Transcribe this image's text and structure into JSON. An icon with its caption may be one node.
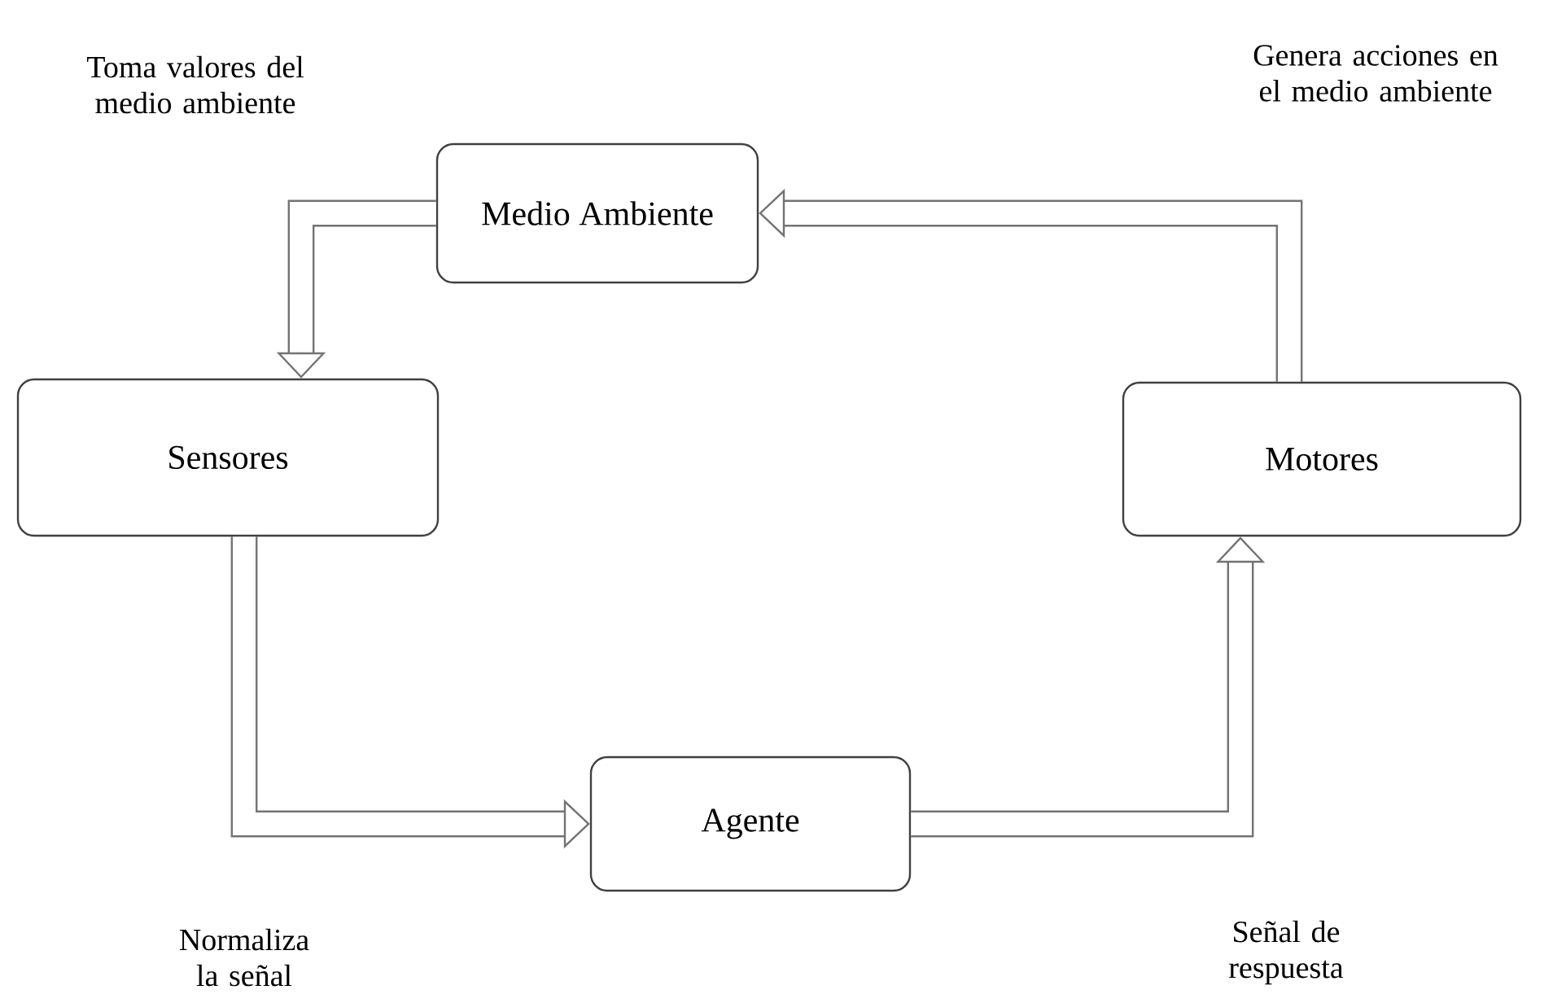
{
  "diagram": {
    "nodes": [
      {
        "text": [
          "Medio Ambiente"
        ]
      },
      {
        "text": [
          "Sensores"
        ]
      },
      {
        "text": [
          "Motores"
        ]
      },
      {
        "text": [
          "Agente"
        ]
      }
    ],
    "edges": [
      {
        "from": 0,
        "to": 1,
        "arrow": "to",
        "label": "Toma valores del medio ambiente"
      },
      {
        "from": 1,
        "to": 3,
        "arrow": "to",
        "label": "Normaliza la señal"
      },
      {
        "from": 3,
        "to": 2,
        "arrow": "to",
        "label": "Señal de respuesta"
      },
      {
        "from": 2,
        "to": 0,
        "arrow": "to",
        "label": "Genera acciones en el medio ambiente"
      }
    ]
  }
}
